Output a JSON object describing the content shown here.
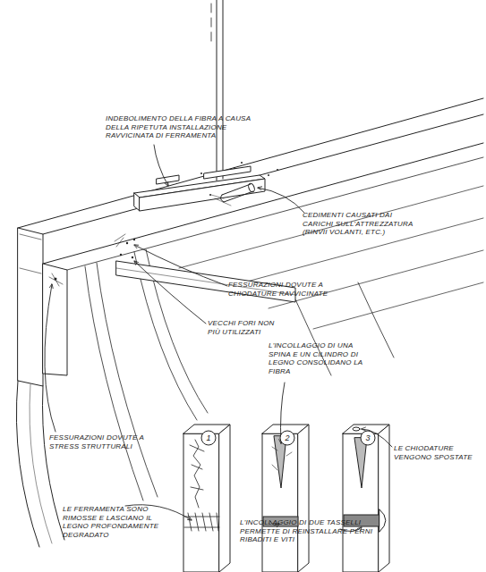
{
  "diagram": {
    "nodes": [
      {
        "text": [
          "1"
        ]
      },
      {
        "text": [
          "2"
        ]
      },
      {
        "text": [
          "3"
        ]
      }
    ],
    "labels": [
      "INDEBOLIMENTO DELLA FIBRA A CAUSA DELLA RIPETUTA INSTALLAZIONE RAVVICINATA DI FERRAMENTA",
      "CEDIMENTI CAUSATI DAI CARICHI SULL'ATTREZZATURA (RINVII VOLANTI, ETC.)",
      "FESSURAZIONI DOVUTE A CHIODATURE RAVVICINATE",
      "VECCHI FORI NON PIÙ UTILIZZATI",
      "FESSURAZIONI DOVUTE A STRESS STRUTTURALI",
      "L'INCOLLAGGIO DI UNA SPINA E UN CILINDRO DI LEGNO CONSOLIDANO LA FIBRA",
      "LE CHIODATURE VENGONO SPOSTATE",
      "LE FERRAMENTA SONO RIMOSSE E LASCIANO IL LEGNO PROFONDAMENTE DEGRADATO",
      "L'INCOLLAGGIO DI DUE TASSELLI PERMETTE DI REINSTALLARE PERNI RIBADITI E VITI"
    ]
  }
}
